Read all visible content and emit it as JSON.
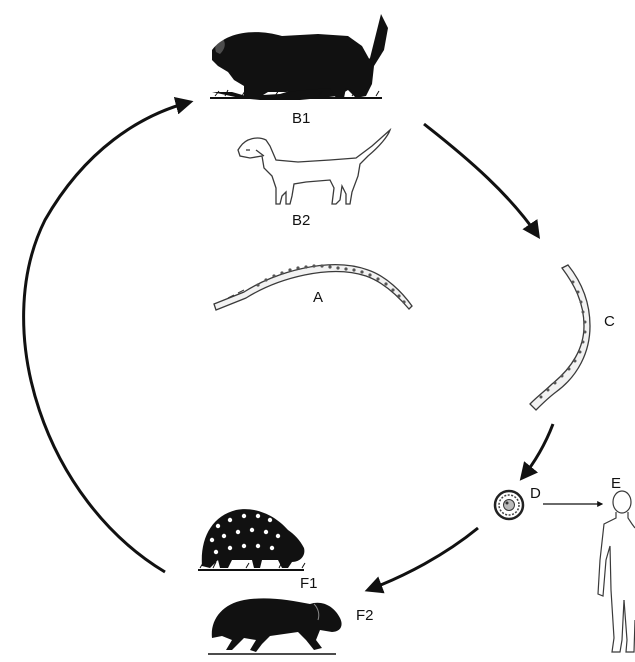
{
  "labels": {
    "a": "A",
    "b1": "B1",
    "b2": "B2",
    "c": "C",
    "d": "D",
    "e": "E",
    "f1": "F1",
    "f2": "F2"
  },
  "colors": {
    "ink": "#111111",
    "outline": "#3a3a3a",
    "larva_fill": "#f2f2f2",
    "background": "#ffffff"
  },
  "icons": {
    "b1": "bush-dog-icon",
    "b2": "domestic-dog-icon",
    "a": "adult-worm-icon",
    "c": "larva-icon",
    "d": "egg-cyst-icon",
    "e": "human-figure-icon",
    "f1": "paca-icon",
    "f2": "agouti-icon"
  }
}
